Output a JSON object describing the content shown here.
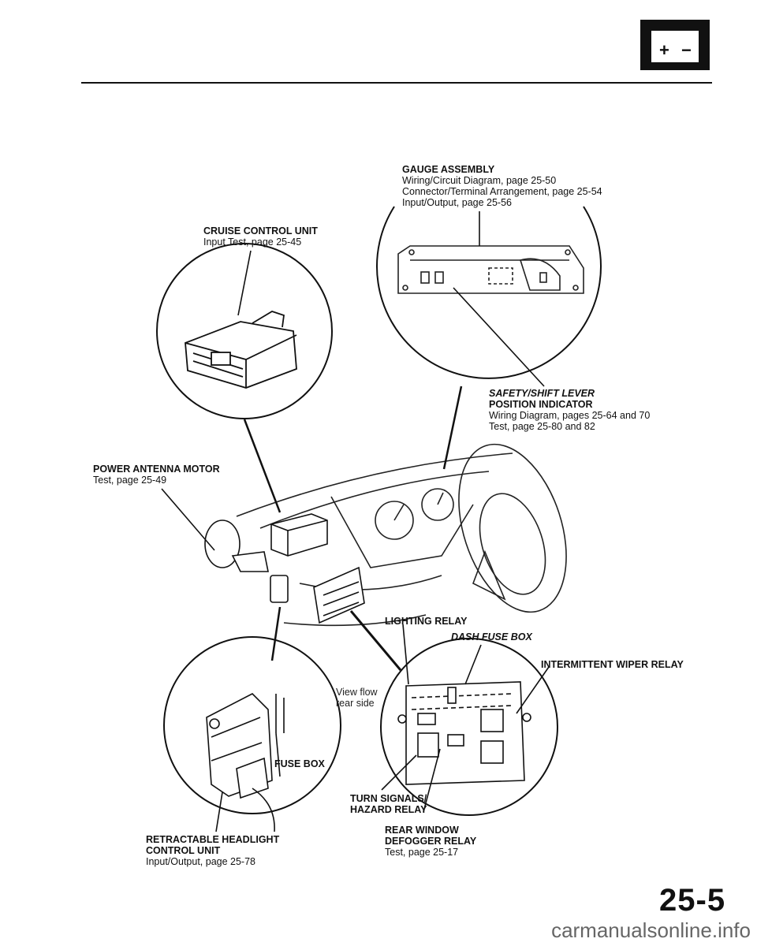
{
  "header": {
    "battery_plus": "+",
    "battery_minus": "−"
  },
  "labels": {
    "gauge": {
      "title": "GAUGE ASSEMBLY",
      "lines": [
        "Wiring/Circuit Diagram, page 25-50",
        "Connector/Terminal Arrangement, page 25-54",
        "Input/Output, page 25-56"
      ]
    },
    "cruise": {
      "title": "CRUISE CONTROL UNIT",
      "lines": [
        "Input Test, page 25-45"
      ]
    },
    "safety": {
      "title1": "SAFETY/SHIFT LEVER",
      "title2": "POSITION INDICATOR",
      "lines": [
        "Wiring Diagram, pages 25-64 and 70",
        "Test, page 25-80 and 82"
      ]
    },
    "antenna": {
      "title": "POWER ANTENNA MOTOR",
      "lines": [
        "Test, page 25-49"
      ]
    },
    "lighting": {
      "title": "LIGHTING RELAY"
    },
    "dash_fuse": {
      "title": "DASH FUSE BOX"
    },
    "wiper": {
      "title": "INTERMITTENT WIPER RELAY"
    },
    "view_from": {
      "line1": "View flow",
      "line2": "rear side"
    },
    "fuse_box": {
      "title": "FUSE BOX"
    },
    "turn": {
      "title1": "TURN SIGNALS/",
      "title2": "HAZARD RELAY"
    },
    "retract": {
      "title1": "RETRACTABLE HEADLIGHT",
      "title2": "CONTROL UNIT",
      "lines": [
        "Input/Output, page 25-78"
      ]
    },
    "defogger": {
      "title1": "REAR WINDOW",
      "title2": "DEFOGGER RELAY",
      "lines": [
        "Test, page 25-17"
      ]
    }
  },
  "footer": {
    "page_number": "25-5",
    "watermark": "carmanualsonline.info"
  }
}
